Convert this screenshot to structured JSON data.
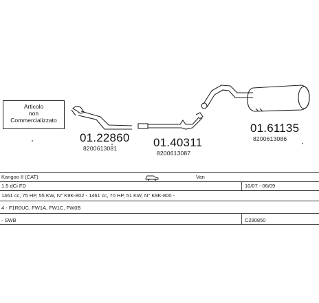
{
  "parts": [
    {
      "number": "01.22860",
      "oe": "8200613081"
    },
    {
      "number": "01.40311",
      "oe": "8200613087"
    },
    {
      "number": "01.61135",
      "oe": "8200613086"
    }
  ],
  "note": {
    "line1": "Articolo",
    "line2": "non",
    "line3": "Commercializzato"
  },
  "table": {
    "row1": {
      "model": "Kangoo II (CAT)",
      "body": "Van"
    },
    "row2": {
      "engine": "1.5 dCi FD",
      "years": "10/07 - 06/09"
    },
    "row3": {
      "spec": "1461 cc, 75 HP, 55 KW, N° K9K-802 - 1461 cc, 70 HP, 51 KW, N° K9K-800 -"
    },
    "row4": {
      "codes": "4 - F1R0UC, FW1A, FW1C, FW0B"
    },
    "row5": {
      "wheelbase": "- SWB",
      "ref": "C280850"
    }
  },
  "icons": {
    "car": "car-icon"
  }
}
